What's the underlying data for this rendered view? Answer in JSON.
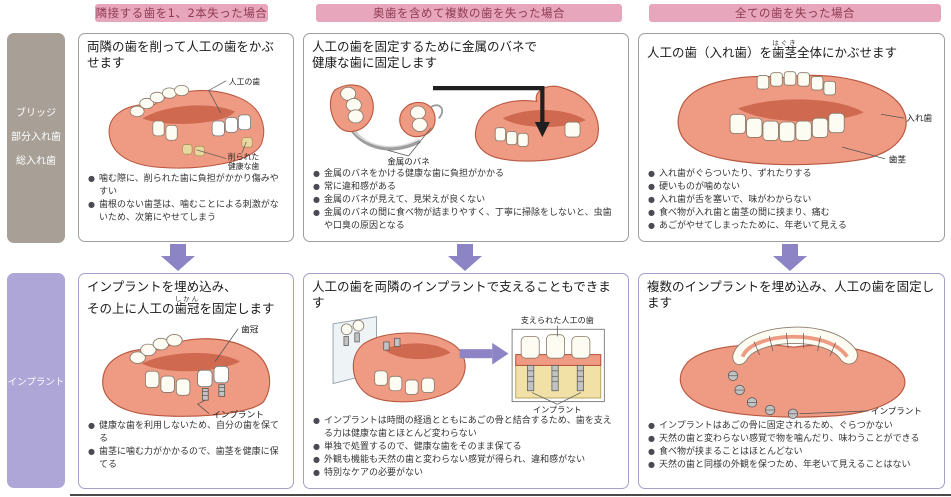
{
  "colors": {
    "header_bg": "#e7a6bb",
    "header_text": "#8f3a52",
    "side_gray_bg": "#a8a097",
    "side_purple_bg": "#aea6d6",
    "arrow_purple": "#8d84c6",
    "gum_pink": "#ef9b83",
    "box_border_top": "#9e9e9e",
    "box_border_bottom": "#a79ecb"
  },
  "headers": {
    "h1": "隣接する歯を1、2本失った場合",
    "h2": "奥歯を含めて複数の歯を失った場合",
    "h3": "全ての歯を失った場合"
  },
  "sidebar": {
    "bridge_lines": [
      "ブリッジ",
      "部分入れ歯",
      "総入れ歯"
    ],
    "implant_label": "インプラント"
  },
  "cells": {
    "top1": {
      "title": "両隣の歯を削って人工の歯をかぶせます",
      "label_artificial": "人工の歯",
      "label_shaved_1": "削られた",
      "label_shaved_2": "健康な歯",
      "bullets": [
        "噛む際に、削られた歯に負担がかかり傷みやすい",
        "歯根のない歯茎は、噛むことによる刺激がないため、次第にやせてしまう"
      ]
    },
    "top2": {
      "title_line1": "人工の歯を固定するために金属のバネで",
      "title_line2": "健康な歯に固定します",
      "label_spring": "金属のバネ",
      "bullets": [
        "金属のバネをかける健康な歯に負担がかかる",
        "常に違和感がある",
        "金属のバネが見えて、見栄えが良くない",
        "金属のバネの間に食べ物が詰まりやすく、丁寧に掃除をしないと、虫歯や口臭の原因となる"
      ]
    },
    "top3": {
      "title_pre": "人工の歯（入れ歯）を",
      "title_ruby_base": "歯茎",
      "title_ruby_rt": "はぐき",
      "title_post": "全体にかぶせます",
      "label_denture": "入れ歯",
      "label_gum": "歯茎",
      "bullets": [
        "入れ歯がぐらついたり、ずれたりする",
        "硬いものが噛めない",
        "入れ歯が舌を塞いで、味がわからない",
        "食べ物が入れ歯と歯茎の間に挟まり、痛む",
        "あごがやせてしまったために、年老いて見える"
      ]
    },
    "bottom1": {
      "title_line1": "インプラントを埋め込み、",
      "title_line2_pre": "その上に人工の",
      "title_ruby_base": "歯冠",
      "title_ruby_rt": "しかん",
      "title_line2_post": "を固定します",
      "label_crown": "歯冠",
      "label_implant": "インプラント",
      "bullets": [
        "健康な歯を利用しないため、自分の歯を保てる",
        "歯茎に噛む力がかかるので、歯茎を健康に保てる"
      ]
    },
    "bottom2": {
      "title": "人工の歯を両隣のインプラントで支えることもできます",
      "label_supported": "支えられた人工の歯",
      "label_implant": "インプラント",
      "bullets": [
        "インプラントは時間の経過とともにあごの骨と結合するため、歯を支える力は健康な歯とほとんど変わらない",
        "単独で処置するので、健康な歯をそのまま保てる",
        "外観も機能も天然の歯と変わらない感覚が得られ、違和感がない",
        "特別なケアの必要がない"
      ]
    },
    "bottom3": {
      "title": "複数のインプラントを埋め込み、人工の歯を固定します",
      "label_implant": "インプラント",
      "bullets": [
        "インプラントはあごの骨に固定されるため、ぐらつかない",
        "天然の歯と変わらない感覚で物を噛んだり、味わうことができる",
        "食べ物が挟まることはほとんどない",
        "天然の歯と同様の外観を保つため、年老いて見えることはない"
      ]
    }
  }
}
